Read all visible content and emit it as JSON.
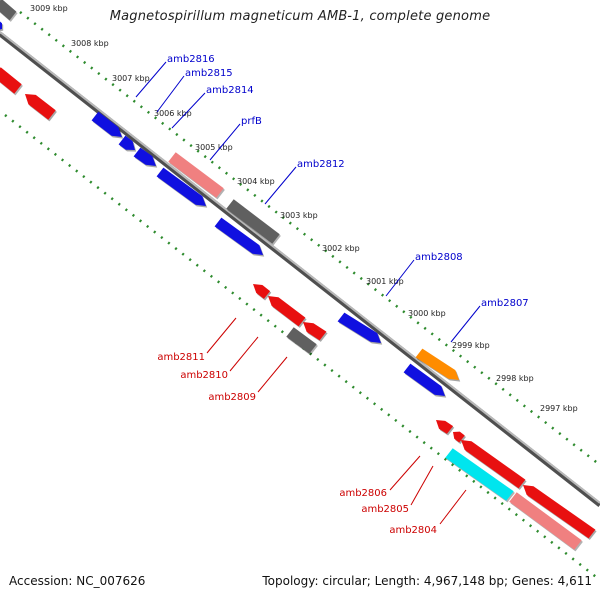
{
  "title": "Magnetospirillum magneticum AMB-1, complete genome",
  "footer": {
    "accession": "Accession: NC_007626",
    "summary": "Topology: circular; Length: 4,967,148 bp; Genes: 4,611"
  },
  "colors": {
    "tick": "#2e8b2e",
    "backbone": "#8a8a8a",
    "forward_gene": "#1010e0",
    "reverse_gene": "#e81010",
    "pseudo_dark": "#606060",
    "rna_light": "#f08080",
    "orange_gene": "#ff8c00",
    "cyan_gene": "#00e5ee",
    "label_blue": "#0000cc",
    "label_red": "#cc0000"
  },
  "kbp_ticks": [
    "3009 kbp",
    "3008 kbp",
    "3007 kbp",
    "3006 kbp",
    "3005 kbp",
    "3004 kbp",
    "3003 kbp",
    "3002 kbp",
    "3001 kbp",
    "3000 kbp",
    "2999 kbp",
    "2998 kbp",
    "2997 kbp"
  ],
  "gene_labels_forward": [
    "amb2816",
    "amb2815",
    "amb2814",
    "prfB",
    "amb2812",
    "amb2808",
    "amb2807"
  ],
  "gene_labels_reverse": [
    "amb2811",
    "amb2810",
    "amb2809",
    "amb2806",
    "amb2805",
    "amb2804"
  ]
}
